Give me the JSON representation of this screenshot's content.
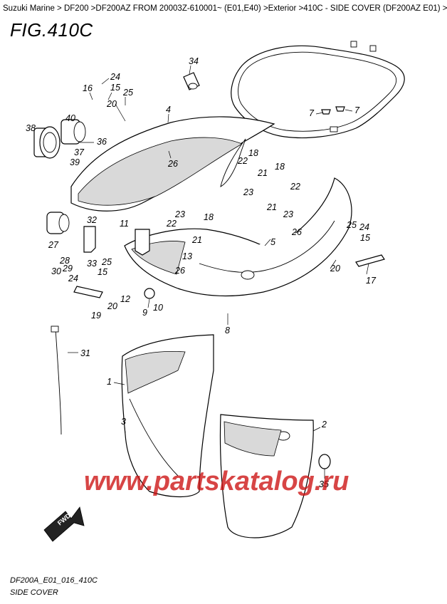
{
  "breadcrumb": {
    "text": "Suzuki Marine > DF200 >DF200AZ FROM 20003Z-610001~ (E01,E40) >Exterior >410C - SIDE COVER (DF200AZ E01) >"
  },
  "figure": {
    "title": "FIG.410C",
    "code": "DF200A_E01_016_410C",
    "name": "SIDE COVER"
  },
  "watermark": {
    "text": "www.partskatalog.ru"
  },
  "fwd_label": "FWD",
  "callouts": [
    "34",
    "24",
    "16",
    "15",
    "25",
    "20",
    "40",
    "38",
    "36",
    "37",
    "39",
    "4",
    "26",
    "7",
    "7",
    "22",
    "18",
    "21",
    "23",
    "18",
    "22",
    "21",
    "23",
    "26",
    "5",
    "32",
    "11",
    "23",
    "18",
    "22",
    "21",
    "27",
    "28",
    "29",
    "30",
    "33",
    "25",
    "15",
    "24",
    "19",
    "20",
    "12",
    "13",
    "9",
    "10",
    "26",
    "24",
    "15",
    "25",
    "20",
    "17",
    "8",
    "31",
    "1",
    "2",
    "3",
    "35"
  ]
}
